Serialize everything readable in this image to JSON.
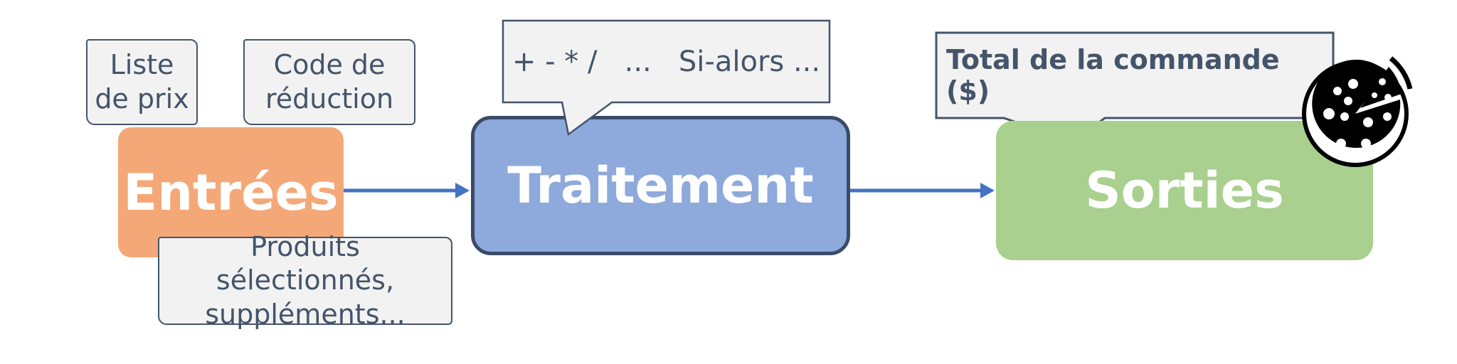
{
  "inputs": {
    "label": "Entrées",
    "color": "#F4A878",
    "notes": [
      {
        "lines": [
          "Liste",
          "de prix"
        ]
      },
      {
        "lines": [
          "Code de",
          "réduction"
        ]
      },
      {
        "lines": [
          "Produits sélectionnés,",
          "suppléments..."
        ]
      }
    ]
  },
  "processing": {
    "label": "Traitement",
    "color": "#8EA9DB",
    "callout": "+ - * /   ...   Si-alors ..."
  },
  "outputs": {
    "label": "Sorties",
    "color": "#A9D08E",
    "callout": "Total de la commande ($)",
    "icon": "pizza-icon"
  },
  "arrow_color": "#4472C4"
}
